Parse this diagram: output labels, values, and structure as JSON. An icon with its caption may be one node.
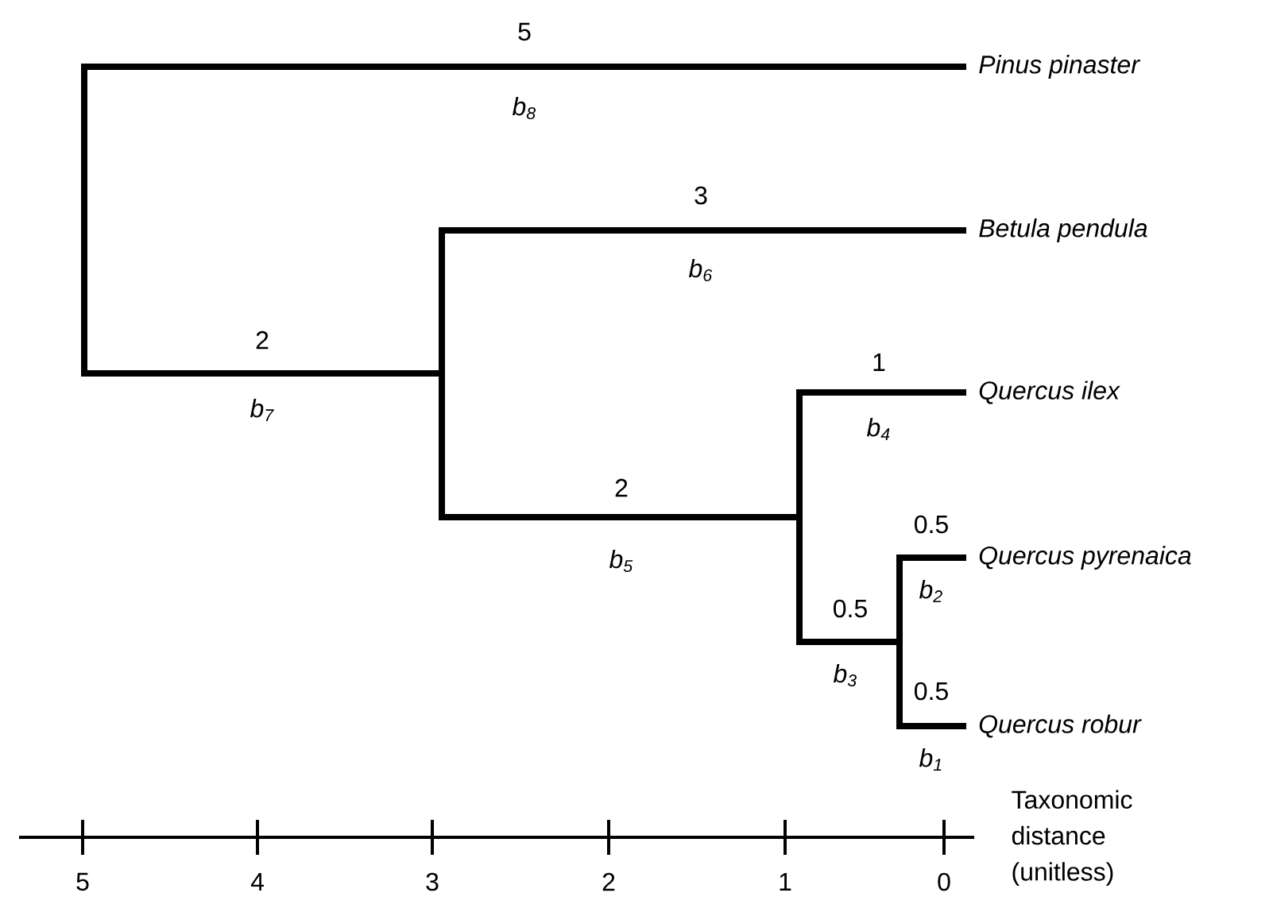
{
  "diagram": {
    "nodes": [
      {
        "text": [
          "Pinus pinaster"
        ]
      },
      {
        "text": [
          "Betula pendula"
        ]
      },
      {
        "text": [
          "Quercus ilex"
        ]
      },
      {
        "text": [
          "Quercus pyrenaica"
        ]
      },
      {
        "text": [
          "Quercus robur"
        ]
      }
    ],
    "labels": [
      "5",
      "*b*$_{8}$",
      "3",
      "*b*$_{6}$",
      "2",
      "*b*$_{7}$",
      "1",
      "*b*$_{4}$",
      "2",
      "*b*$_{5}$",
      "0.5",
      "*b*$_{2}$",
      "0.5",
      "*b*$_{3}$",
      "0.5",
      "*b*$_{1}$",
      "5",
      "4",
      "3",
      "2",
      "1",
      "0",
      "Taxonomic distance (unitless)"
    ]
  }
}
